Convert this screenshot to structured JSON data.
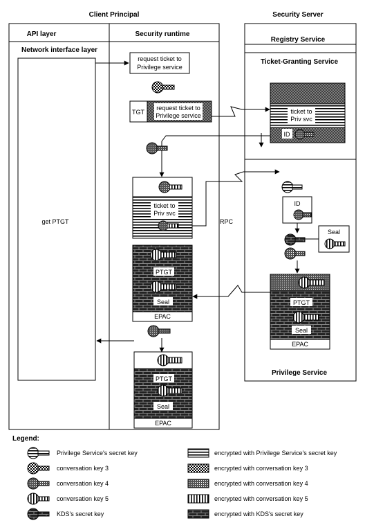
{
  "headers": {
    "client_principal": "Client Principal",
    "security_server": "Security Server",
    "api_layer": "API layer",
    "security_runtime": "Security runtime",
    "network_interface_layer": "Network interface layer",
    "registry_service": "Registry Service",
    "ticket_granting_service": "Ticket-Granting Service",
    "privilege_service": "Privilege Service"
  },
  "labels": {
    "request_ticket_line1": "request ticket to",
    "request_ticket_line2": "Privilege service",
    "tgt": "TGT",
    "request_ticket_svc_line1": "request ticket to",
    "request_ticket_svc_line2": "Privilege service",
    "ticket_to": "ticket to",
    "priv_svc": "Priv svc",
    "id": "ID",
    "ticket_to_client": "ticket to",
    "priv_svc_client": "Priv svc",
    "id_priv": "ID",
    "seal_key": "Seal",
    "get_ptgt": "get PTGT",
    "rpc": "RPC",
    "ptgt": "PTGT",
    "seal": "Seal",
    "epac": "EPAC"
  },
  "legend": {
    "title": "Legend:",
    "left": [
      {
        "icon": "privilege-secret-key-icon",
        "text": "Privilege Service's secret key"
      },
      {
        "icon": "conversation-key-3-icon",
        "text": "conversation key 3"
      },
      {
        "icon": "conversation-key-4-icon",
        "text": "conversation key 4"
      },
      {
        "icon": "conversation-key-5-icon",
        "text": "conversation key 5"
      },
      {
        "icon": "kds-secret-key-icon",
        "text": "KDS's secret key"
      }
    ],
    "right": [
      {
        "icon": "hlines-swatch-icon",
        "text": "encrypted with Privilege Service's secret key"
      },
      {
        "icon": "checker-swatch-icon",
        "text": "encrypted with conversation key 3"
      },
      {
        "icon": "dots-swatch-icon",
        "text": "encrypted with conversation key 4"
      },
      {
        "icon": "vlines-swatch-icon",
        "text": "encrypted with conversation key 5"
      },
      {
        "icon": "brick-swatch-icon",
        "text": "encrypted with KDS's secret key"
      }
    ]
  },
  "colors": {
    "ink": "#000000",
    "paper": "#ffffff",
    "gray": "#8a8a8a"
  }
}
